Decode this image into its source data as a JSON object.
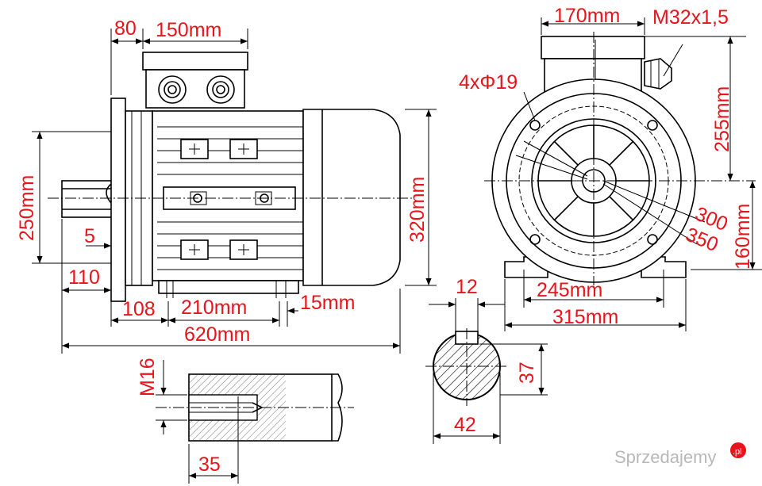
{
  "side_view": {
    "dims": {
      "flange_offset": "80",
      "box_width": "150mm",
      "flange_dia": "250mm",
      "spigot": "5",
      "shaft_length": "110",
      "base_offset": "108",
      "foot_spacing": "210mm",
      "foot_width": "15mm",
      "total_length": "620mm",
      "height": "320mm"
    }
  },
  "front_view": {
    "dims": {
      "box_width": "170mm",
      "gland": "M32x1,5",
      "holes": "4xΦ19",
      "box_height": "255mm",
      "pcd_300": "300",
      "pcd_350": "350",
      "shaft_height": "160mm",
      "foot_holes": "245mm",
      "base_width": "315mm"
    }
  },
  "shaft_section": {
    "dims": {
      "key_width": "12",
      "key_height": "37",
      "shaft_dia": "42"
    }
  },
  "shaft_detail": {
    "dims": {
      "thread": "M16",
      "thread_depth": "35"
    }
  },
  "watermark": {
    "text": "Sprzedajemy",
    "suffix": ".pl"
  },
  "colors": {
    "dimension_text": "#e8141b",
    "lines": "#000000"
  }
}
